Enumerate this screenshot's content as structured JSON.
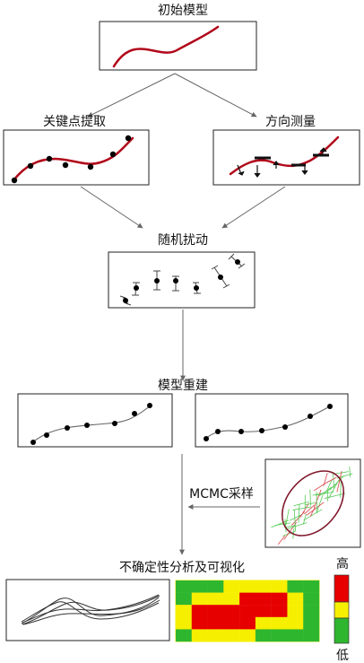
{
  "labels": {
    "initial_model": "初始模型",
    "keypoint_extraction": "关键点提取",
    "direction_measurement": "方向测量",
    "random_perturbation": "随机扰动",
    "model_reconstruction": "模型重建",
    "mcmc_sampling": "MCMC采样",
    "uncertainty_analysis": "不确定性分析及可视化",
    "legend_high": "高",
    "legend_low": "低"
  },
  "colors": {
    "curve": "#b1071a",
    "high": "#e60000",
    "middle": "#f7ef00",
    "low": "#2fb62f",
    "sample_green": "#56c956",
    "sample_red": "#d74245",
    "sample_ellipse": "#80172a"
  },
  "heatmap": {
    "cols": 9,
    "rows": 5,
    "levels": [
      [
        2,
        2,
        2,
        1,
        1,
        1,
        1,
        2,
        2
      ],
      [
        2,
        1,
        1,
        1,
        0,
        0,
        0,
        1,
        2
      ],
      [
        1,
        0,
        0,
        0,
        0,
        0,
        0,
        1,
        2
      ],
      [
        1,
        0,
        0,
        0,
        0,
        1,
        1,
        1,
        2
      ],
      [
        2,
        1,
        1,
        1,
        1,
        2,
        2,
        2,
        2
      ]
    ]
  }
}
